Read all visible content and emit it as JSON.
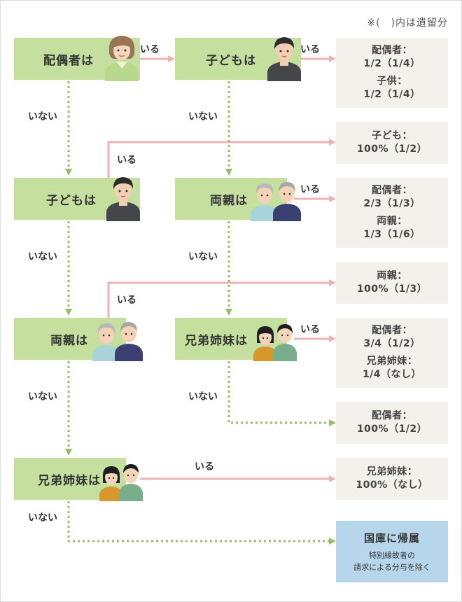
{
  "note": "※(　)内は遺留分",
  "boxes": {
    "spouse": "配偶者は",
    "children_a": "子どもは",
    "children_b": "子どもは",
    "parents_b": "両親は",
    "parents_c": "両親は",
    "siblings_b": "兄弟姉妹は",
    "siblings_d": "兄弟姉妹は"
  },
  "labels": {
    "yes": "いる",
    "no": "いない"
  },
  "results": {
    "r1": {
      "l1": "配偶者：",
      "l2": "1/2（1/4）",
      "l3": "子供：",
      "l4": "1/2（1/4）"
    },
    "r2": {
      "l1": "子ども：",
      "l2": "100%（1/2）"
    },
    "r3": {
      "l1": "配偶者：",
      "l2": "2/3（1/3）",
      "l3": "両親：",
      "l4": "1/3（1/6）"
    },
    "r4": {
      "l1": "両親：",
      "l2": "100%（1/3）"
    },
    "r5": {
      "l1": "配偶者：",
      "l2": "3/4（1/2）",
      "l3": "兄弟姉妹：",
      "l4": "1/4（なし）"
    },
    "r6": {
      "l1": "配偶者：",
      "l2": "100%（1/2）"
    },
    "r7": {
      "l1": "兄弟姉妹：",
      "l2": "100%（なし）"
    }
  },
  "final": {
    "title": "国庫に帰属",
    "sub1": "特別縁故者の",
    "sub2": "請求による分与を除く"
  },
  "colors": {
    "box": "#c5df9f",
    "result": "#f4f1ec",
    "final": "#b7d6ec",
    "yes_arrow": "#eab4b4",
    "no_arrow": "#9abb6c"
  }
}
